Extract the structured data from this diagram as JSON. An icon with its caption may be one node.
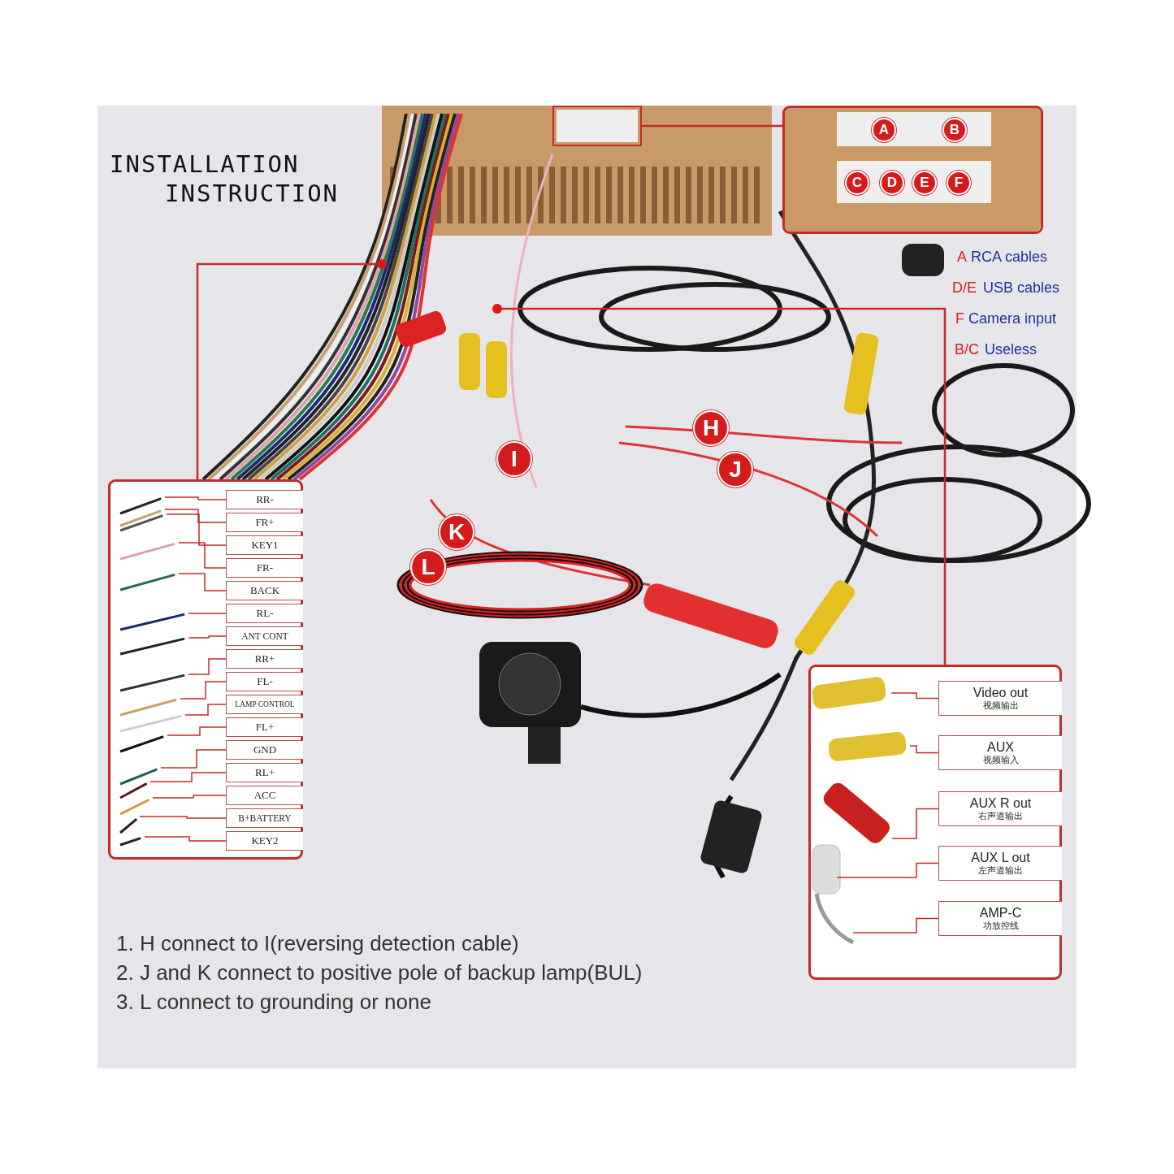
{
  "diagram": {
    "title": "INSTALLATION INSTRUCTION",
    "nodes": [
      {
        "text": [],
        "shape": "box"
      },
      {
        "text": [
          "RR-"
        ],
        "in": 0
      },
      {
        "text": [
          "FR+"
        ],
        "in": 0
      },
      {
        "text": [
          "KEY1"
        ],
        "in": 0
      },
      {
        "text": [
          "FR-"
        ],
        "in": 0
      },
      {
        "text": [
          "BACK"
        ],
        "in": 0
      },
      {
        "text": [
          "RL-"
        ],
        "in": 0
      },
      {
        "text": [
          "ANT CONT"
        ],
        "in": 0
      },
      {
        "text": [
          "RR+"
        ],
        "in": 0
      },
      {
        "text": [
          "FL-"
        ],
        "in": 0
      },
      {
        "text": [
          "LAMP CONTROL"
        ],
        "in": 0
      },
      {
        "text": [
          "FL+"
        ],
        "in": 0
      },
      {
        "text": [
          "GND"
        ],
        "in": 0
      },
      {
        "text": [
          "RL+"
        ],
        "in": 0
      },
      {
        "text": [
          "ACC"
        ],
        "in": 0
      },
      {
        "text": [
          "B+BATTERY"
        ],
        "in": 0
      },
      {
        "text": [
          "KEY2"
        ],
        "in": 0
      },
      {
        "text": [],
        "shape": "box"
      },
      {
        "text": [
          "Video out",
          "视频输出"
        ],
        "in": 17
      },
      {
        "text": [
          "AUX",
          "视频输入"
        ],
        "in": 17
      },
      {
        "text": [
          "AUX R out",
          "右声道输出"
        ],
        "in": 17
      },
      {
        "text": [
          "AUX L out",
          "左声道输出"
        ],
        "in": 17
      },
      {
        "text": [
          "AMP-C",
          "功放控线"
        ],
        "in": 17
      },
      {
        "text": [],
        "shape": "box"
      },
      {
        "text": [
          "A"
        ],
        "in": 23
      },
      {
        "text": [
          "B"
        ],
        "in": 23
      },
      {
        "text": [
          "C"
        ],
        "in": 23
      },
      {
        "text": [
          "D"
        ],
        "in": 23
      },
      {
        "text": [
          "E"
        ],
        "in": 23
      },
      {
        "text": [
          "F"
        ],
        "in": 23
      },
      {
        "text": [],
        "shape": "box"
      },
      {
        "text": [],
        "shape": "circle"
      },
      {
        "text": [],
        "shape": "circle"
      },
      {
        "text": [
          "H"
        ]
      },
      {
        "text": [
          "I"
        ]
      },
      {
        "text": [
          "J"
        ]
      },
      {
        "text": [
          "K"
        ]
      },
      {
        "text": [
          "L"
        ]
      }
    ],
    "edges": [
      {
        "from": 30,
        "to": 23,
        "arrow": "none"
      },
      {
        "from": 0,
        "to": 31,
        "arrow": "none"
      },
      {
        "from": 17,
        "to": 32,
        "arrow": "none"
      },
      {
        "from": 1,
        "to": null,
        "arrow": "none"
      },
      {
        "from": 2,
        "to": null,
        "arrow": "none"
      },
      {
        "from": 3,
        "to": null,
        "arrow": "none"
      },
      {
        "from": 4,
        "to": null,
        "arrow": "none"
      },
      {
        "from": 5,
        "to": null,
        "arrow": "none"
      },
      {
        "from": 6,
        "to": null,
        "arrow": "none"
      },
      {
        "from": 7,
        "to": null,
        "arrow": "none"
      },
      {
        "from": 8,
        "to": null,
        "arrow": "none"
      },
      {
        "from": 9,
        "to": null,
        "arrow": "none"
      },
      {
        "from": 10,
        "to": null,
        "arrow": "none"
      },
      {
        "from": 11,
        "to": null,
        "arrow": "none"
      },
      {
        "from": 12,
        "to": null,
        "arrow": "none"
      },
      {
        "from": 13,
        "to": null,
        "arrow": "none"
      },
      {
        "from": 14,
        "to": null,
        "arrow": "none"
      },
      {
        "from": 15,
        "to": null,
        "arrow": "none"
      },
      {
        "from": 16,
        "to": null,
        "arrow": "none"
      },
      {
        "from": 18,
        "to": null,
        "arrow": "none"
      },
      {
        "from": 19,
        "to": null,
        "arrow": "none"
      },
      {
        "from": 20,
        "to": null,
        "arrow": "none"
      },
      {
        "from": 21,
        "to": null,
        "arrow": "none"
      },
      {
        "from": 22,
        "to": null,
        "arrow": "none"
      }
    ],
    "labels": [
      "A",
      "RCA cables",
      "D/E",
      "USB cables",
      "F",
      "Camera input",
      "B/C",
      "Useless",
      "1. H connect to I(reversing detection cable)",
      "2. J and K connect to positive pole of backup lamp(BUL)",
      "3. L connect to grounding or none"
    ]
  }
}
